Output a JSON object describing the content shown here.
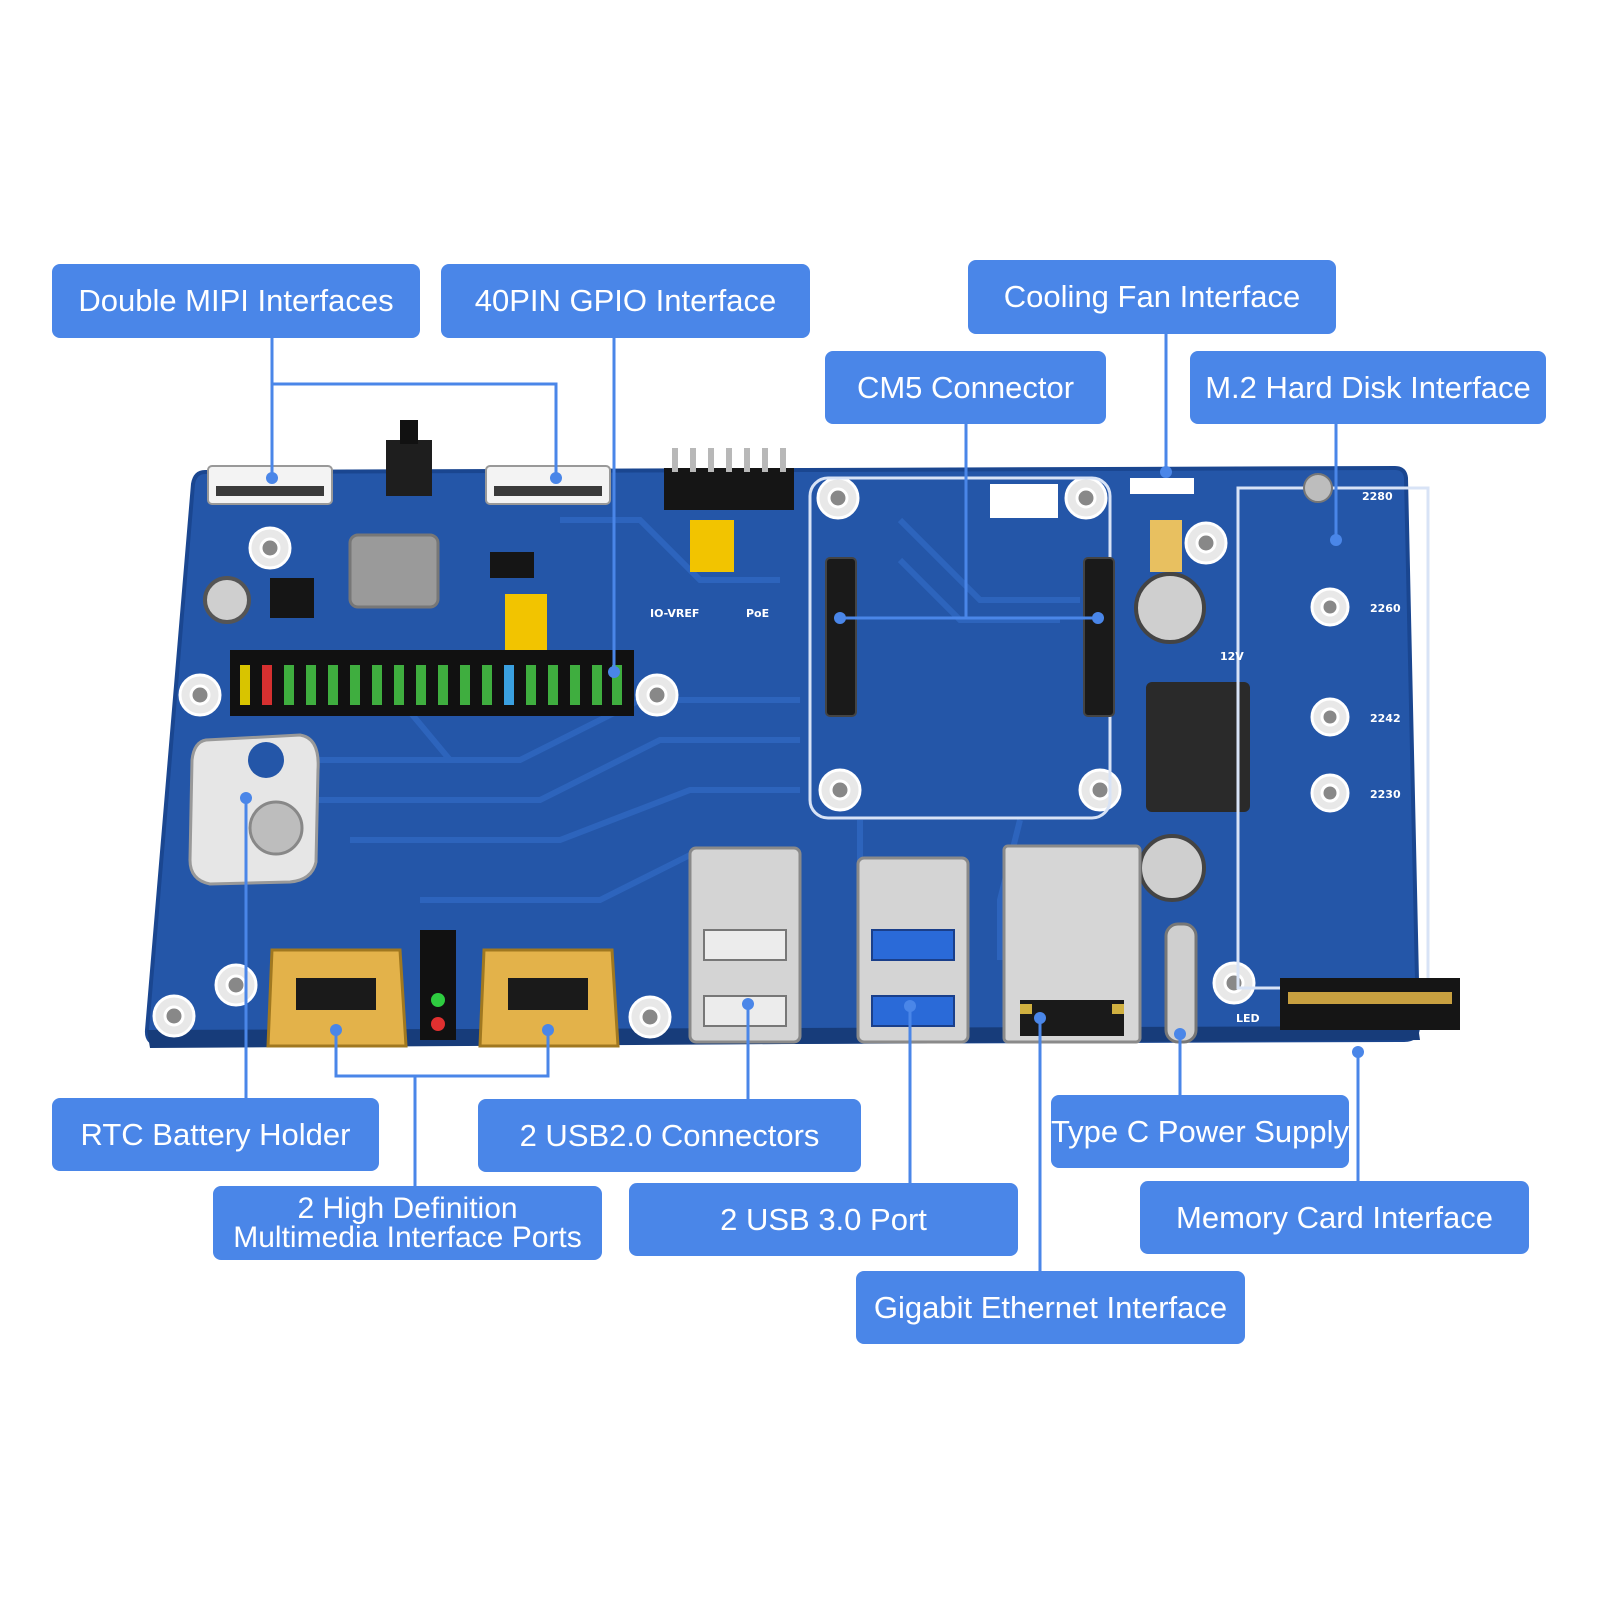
{
  "colors": {
    "label_bg": "#4a86e8",
    "label_text": "#ffffff",
    "leader_line": "#4a86e8",
    "board_blue": "#2456a8",
    "board_edge": "#1a4690",
    "trace_blue": "#2f66bf"
  },
  "labels": {
    "mipi": "Double MIPI Interfaces",
    "gpio": "40PIN GPIO Interface",
    "cooling_fan": "Cooling Fan Interface",
    "cm5": "CM5 Connector",
    "m2": "M.2 Hard Disk Interface",
    "rtc": "RTC Battery Holder",
    "usb2": "2 USB2.0 Connectors",
    "typec": "Type C Power Supply",
    "hdmi_line1": "2 High Definition",
    "hdmi_line2": "Multimedia Interface Ports",
    "usb3": "2 USB 3.0 Port",
    "memory_card": "Memory Card Interface",
    "ethernet": "Gigabit Ethernet Interface"
  },
  "board_silkscreen": {
    "m2_sizes": [
      "2280",
      "2260",
      "2242",
      "2230"
    ],
    "io_vref": "IO-VREF",
    "poe": "PoE",
    "led": "LED",
    "v12": "12V"
  }
}
